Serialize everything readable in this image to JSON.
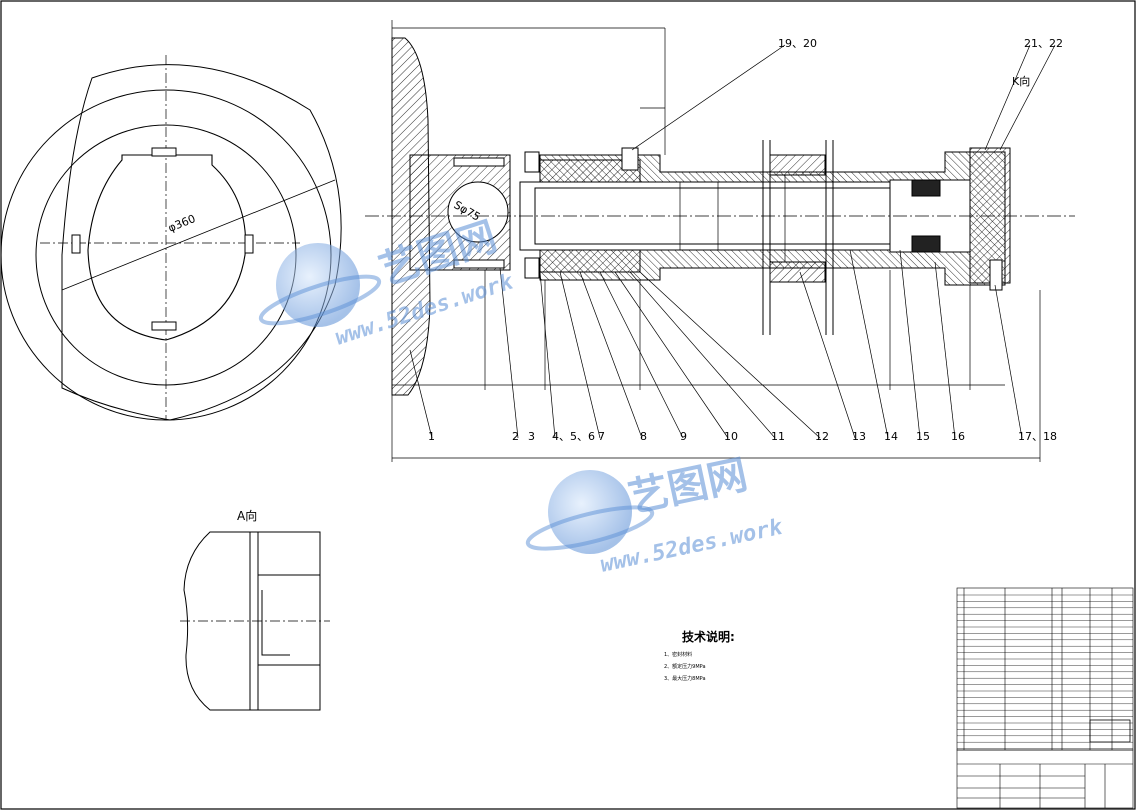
{
  "views": {
    "a_view_title": "A向",
    "k_view_label": "K向",
    "diameter_label": "φ360",
    "sphere_label": "Sφ75"
  },
  "tech_requirements": {
    "title": "技术说明:",
    "items": [
      "1、密封材料",
      "2、额定压力9MPa",
      "3、最大压力8MPa"
    ]
  },
  "part_callouts": [
    "1",
    "2",
    "3",
    "4、5、6",
    "7",
    "8",
    "9",
    "10",
    "11",
    "12",
    "13",
    "14",
    "15",
    "16",
    "17、18",
    "19、20",
    "21、22"
  ],
  "watermarks": [
    {
      "brand": "艺图网",
      "url": "www.52des.work"
    },
    {
      "brand": "艺图网",
      "url": "www.52des.work"
    }
  ],
  "colors": {
    "line": "#000000",
    "watermark": "#5b8fd6",
    "background": "#ffffff"
  }
}
